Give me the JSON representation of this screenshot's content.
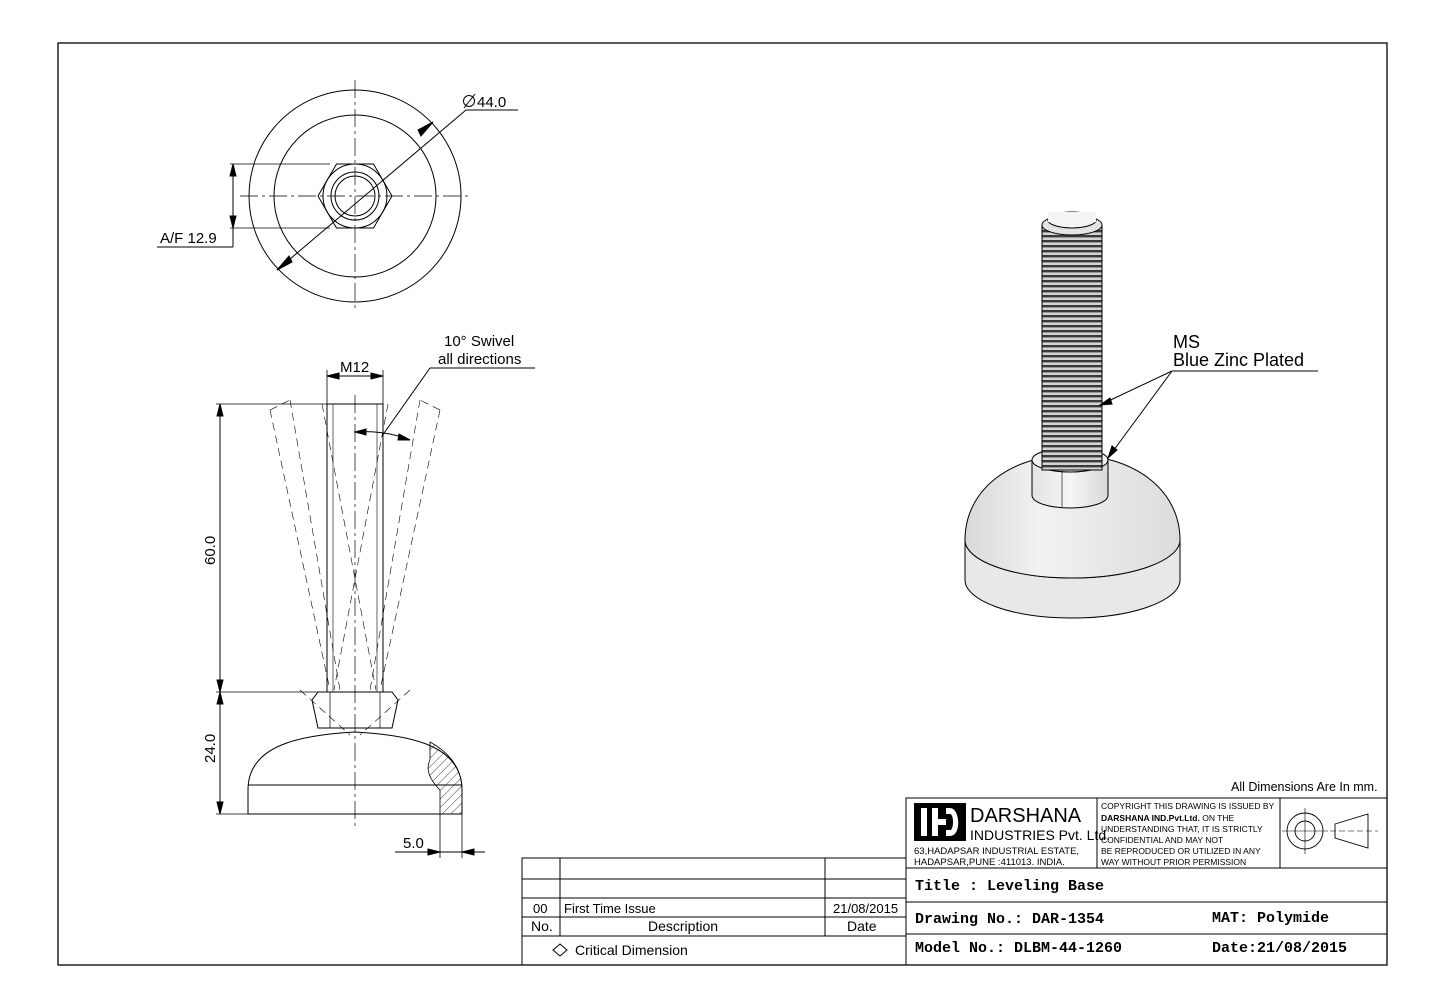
{
  "dimensions": {
    "diameter": "44.0",
    "across_flats": "A/F 12.9",
    "thread": "M12",
    "swivel_line1": "10° Swivel",
    "swivel_line2": "all directions",
    "height_stud": "60.0",
    "height_base": "24.0",
    "rim": "5.0"
  },
  "material_callout": {
    "line1": "MS",
    "line2": "Blue Zinc Plated"
  },
  "units_note": "All Dimensions Are In mm.",
  "company": {
    "name": "DARSHANA",
    "subtitle": "INDUSTRIES Pvt. Ltd.",
    "address_line1": "63,HADAPSAR INDUSTRIAL ESTATE,",
    "address_line2": "HADAPSAR,PUNE :411013. INDIA."
  },
  "copyright": {
    "line1": "COPYRIGHT THIS DRAWING IS ISSUED BY",
    "line2_bold": "DARSHANA IND.Pvt.Ltd.",
    "line2_rest": " ON THE",
    "line3": "UNDERSTANDING THAT, IT IS STRICTLY",
    "line4": "CONFIDENTIAL AND MAY NOT",
    "line5": "BE REPRODUCED OR UTILIZED IN ANY",
    "line6": "WAY WITHOUT PRIOR PERMISSION"
  },
  "title_block": {
    "title": "Title : Leveling Base",
    "drawing_no": "Drawing No.: DAR-1354",
    "material": "MAT: Polymide",
    "model_no": "Model No.: DLBM-44-1260",
    "date": "Date:21/08/2015"
  },
  "revision_table": {
    "rows": [
      {
        "no": "00",
        "description": "First Time Issue",
        "date": "21/08/2015"
      }
    ],
    "headers": {
      "no": "No.",
      "description": "Description",
      "date": "Date"
    },
    "legend": "Critical Dimension"
  }
}
